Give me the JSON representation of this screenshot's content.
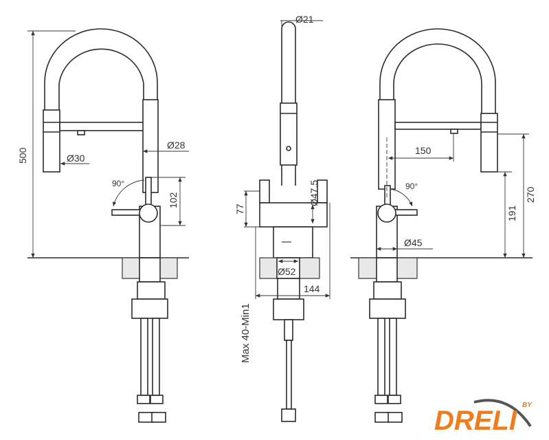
{
  "drawing": {
    "left_view": {
      "height": "500",
      "head_diameter": "Ø30",
      "body_diameter": "Ø28",
      "lever_angle": "90°",
      "lever_height": "102"
    },
    "center_view": {
      "spout_diameter": "Ø21",
      "handle_diameter": "Ø47.5",
      "body_height": "77",
      "base_diameter": "Ø52",
      "width": "144",
      "countertop": "Max 40-Min1"
    },
    "right_view": {
      "reach": "150",
      "lever_angle": "90°",
      "body_diameter": "Ø45",
      "outlet_height": "191",
      "total_height": "270"
    }
  },
  "logo": {
    "text": "DRELI",
    "by": "BY",
    "color": "#f07c1e"
  }
}
